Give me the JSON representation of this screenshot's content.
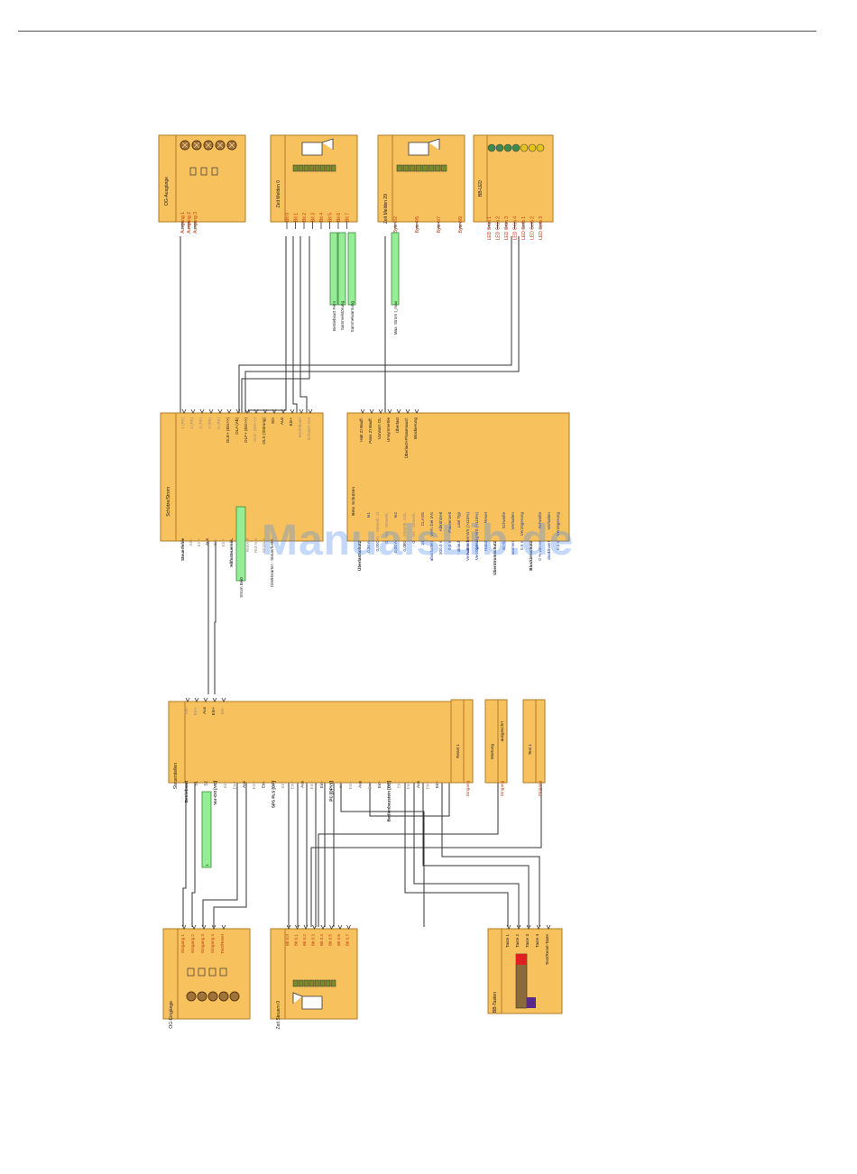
{
  "watermark": "ManualsLib.de",
  "colors": {
    "block_fill": "#f7c15d",
    "block_border": "#b07a26",
    "signal_fill": "#95ee95",
    "wire": "#333333",
    "red_text": "#c03a10",
    "grey_text": "#a08a7a",
    "blue_text": "#1f3aa8"
  },
  "blocks": {
    "og_ausgaenge": {
      "title": "OG-Ausgänge",
      "ports": [
        "Ausgang 1",
        "Ausgang 2",
        "Ausgang 3"
      ]
    },
    "zeit_melden0": {
      "title": "Zeit Melden 0",
      "ports": [
        "Bit 0",
        "Bit 1",
        "Bit 2",
        "Bit 3",
        "Bit 4",
        "Bit 5",
        "Bit 6",
        "Bit 7"
      ]
    },
    "zeit_melden29": {
      "title": "Zeit Melden 29",
      "ports": [
        "Byte 2/2",
        "Byte 4/5",
        "Byte 6/7",
        "Byte 8/9"
      ]
    },
    "bb_led": {
      "title": "BB-LED",
      "ports": [
        "LED Grün 1",
        "LED Grün 2",
        "LED Grün 3",
        "LED Grün 4",
        "LED Gelb 1",
        "LED Gelb 2",
        "LED Gelb 3"
      ]
    },
    "schuetze": {
      "title": "Schütze/Strom",
      "left": [
        "Steuerfehle",
        "Ein-",
        "Ein+",
        "Aus",
        "Ein-",
        "Ein+",
        "Hilfssteuerein.",
        "RM Ein",
        "RM Anf",
        "RM Aus",
        "Ein/Aus",
        "Direktstarter - Steuerfunkt."
      ],
      "right": [
        "1 (FE)",
        "2 (FE)",
        "3 (FE)",
        "4 (FE)",
        "5 (FE)",
        "OLE+ (Ein>>)",
        "OLA (Ab)",
        "OLF+ (Ein>>)",
        "OLE- (Ein>>)",
        "OLS (Störung)",
        "Ein",
        "Aus",
        "Ein+",
        "Betriebsart",
        "Schaltet Zeit"
      ]
    },
    "ueberlast": {
      "title": "Bew. Schutzen",
      "col1": [
        "Überlastschutz",
        "0,30 A",
        "0,000",
        "0",
        "0,00 A",
        "0,000",
        "0",
        "10",
        "abschalten",
        "300,0 s",
        "0,0 s",
        "- ablauf",
        "warnen",
        "0,5 s",
        "Hand",
        "Überstromschutz",
        "40 %",
        "warnen",
        "0,5 s",
        "Blockierschutz",
        "0 % von Ie",
        "deaktiviert",
        "0,5 s"
      ],
      "col2": [
        "",
        "Ie1",
        "Ie1 - Steuerk. Zi",
        "Ie1 - Steuerk.",
        "Ie2",
        "Ie2 - Steuerk. ZOL",
        "Ie2 - Steuerk.",
        "CLASS",
        "Verh. bei tAS",
        "Abkühlzeit",
        "Pausenzeit",
        "Last Typ",
        "Verhalten bei WS (>115%)",
        "Verzögerung WS (<115%)",
        "Reset",
        "",
        "Schwelle",
        "Verhalten",
        "Verzögerung",
        "",
        "Schwelle",
        "Verhalten",
        "Verzögerung"
      ],
      "right": [
        "Halt ZI Bauff.",
        "Pass ZI Bauff.",
        "Vorwarn OL",
        "Unsymmetrie",
        "Überlast",
        "Überlast+Phasenausf.",
        "Blockierung"
      ]
    },
    "steuerstellen": {
      "title": "Steuerstellen",
      "left": [
        "Betriebsart",
        "S1",
        "S2",
        "Vor-Ort [VO]",
        "Ein-",
        "Ein+",
        "Aus",
        "Ein+",
        "Ein-",
        "SPS PLS [DP]",
        "Ein-",
        "Ein+",
        "Aus",
        "Ein+",
        "Ein-",
        "PC [DPV1]",
        "Ein-",
        "Ein+",
        "Aus",
        "Ein+",
        "Ein-",
        "Bedienbaustein [BB]",
        "Ein-",
        "Ein+",
        "Aus",
        "Ein+",
        "Ein-"
      ],
      "right": [
        "Ein-",
        "Ein+",
        "Aus",
        "Ein+",
        "Ein-"
      ]
    },
    "reset": {
      "title": "Reset 1",
      "port": "Eingang"
    },
    "wartung": {
      "title": "Wartung",
      "port": "Eingang",
      "extra": "ausgeschrt"
    },
    "test": {
      "title": "Test 1",
      "port": "Eingang"
    },
    "og_eingaenge": {
      "title": "OG-Eingänge",
      "ports": [
        "Eingang 1",
        "Eingang 2",
        "Eingang 3",
        "Eingang 4",
        "Test/Reset"
      ]
    },
    "zeit_steuern": {
      "title": "Zeit Steuern 0",
      "ports": [
        "Bit 0.0",
        "Bit 0.1",
        "Bit 0.2",
        "Bit 0.3",
        "Bit 0.4",
        "Bit 0.5",
        "Bit 0.6",
        "Bit 0.7"
      ]
    },
    "bb_tasten": {
      "title": "BB-Tasten",
      "ports": [
        "Taste 1",
        "Taste 2",
        "Taste 3",
        "Taste 4",
        "Test/Reset-Taste"
      ]
    }
  },
  "signals": {
    "betriebsart_fern": "Betriebsart Fern",
    "sammelstoerung": "Sammelstörung",
    "sammelwarnung": "Sammelwarnung",
    "max_strom": "Max. Strom I_max",
    "strom_bei_0": "Strom Bei0",
    "s_label": "1"
  }
}
